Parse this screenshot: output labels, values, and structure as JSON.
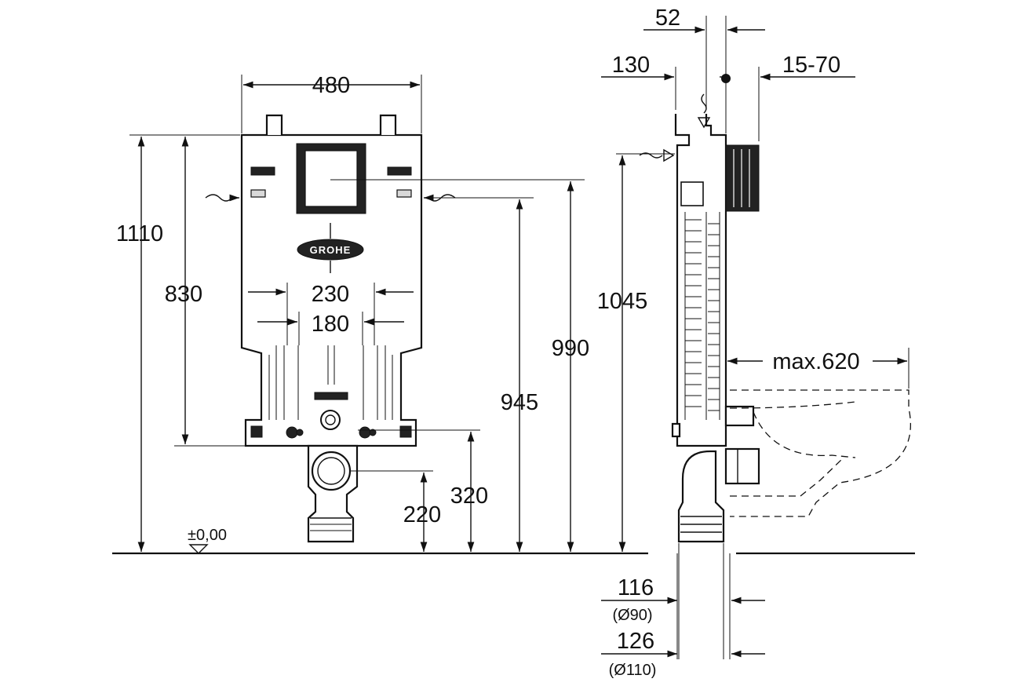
{
  "brand": "GROHE",
  "front_view": {
    "width_top": "480",
    "total_height": "1110",
    "height_830": "830",
    "spacing_230": "230",
    "spacing_180": "180",
    "height_990": "990",
    "height_945": "945",
    "height_320": "320",
    "height_220": "220",
    "floor_level": "±0,00"
  },
  "side_view": {
    "depth_52": "52",
    "depth_130": "130",
    "wall_range": "15-70",
    "height_1045": "1045",
    "projection_max": "max.620",
    "pipe_116": "116",
    "pipe_116_dia": "(Ø90)",
    "pipe_126": "126",
    "pipe_126_dia": "(Ø110)"
  }
}
